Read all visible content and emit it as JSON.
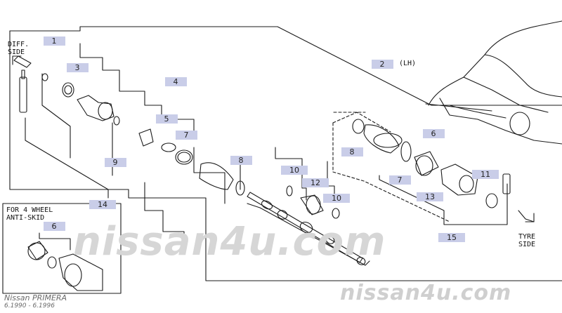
{
  "callouts": [
    {
      "id": "c1",
      "num": "1"
    },
    {
      "id": "c2",
      "num": "2"
    },
    {
      "id": "c3",
      "num": "3"
    },
    {
      "id": "c4",
      "num": "4"
    },
    {
      "id": "c5",
      "num": "5"
    },
    {
      "id": "c7a",
      "num": "7"
    },
    {
      "id": "c9",
      "num": "9"
    },
    {
      "id": "c14",
      "num": "14"
    },
    {
      "id": "c8a",
      "num": "8"
    },
    {
      "id": "c10a",
      "num": "10"
    },
    {
      "id": "c12",
      "num": "12"
    },
    {
      "id": "c10b",
      "num": "10"
    },
    {
      "id": "c8b",
      "num": "8"
    },
    {
      "id": "c7b",
      "num": "7"
    },
    {
      "id": "c6a",
      "num": "6"
    },
    {
      "id": "c11",
      "num": "11"
    },
    {
      "id": "c13",
      "num": "13"
    },
    {
      "id": "c15",
      "num": "15"
    },
    {
      "id": "c6b",
      "num": "6"
    }
  ],
  "side_note": "(LH)",
  "diff_side": "DIFF.\nSIDE",
  "tyre_side": "TYRE\nSIDE",
  "inset_caption": "FOR 4 WHEEL\nANTI-SKID",
  "watermark": "nissan4u.com",
  "watermark_small": "nissan4u.com",
  "model": "Nissan PRIMERA",
  "period": "6.1990 - 6.1996",
  "colors": {
    "line": "#1a1a1a",
    "label_bg": "#c9cde8",
    "watermark": "#d6d6d6"
  }
}
